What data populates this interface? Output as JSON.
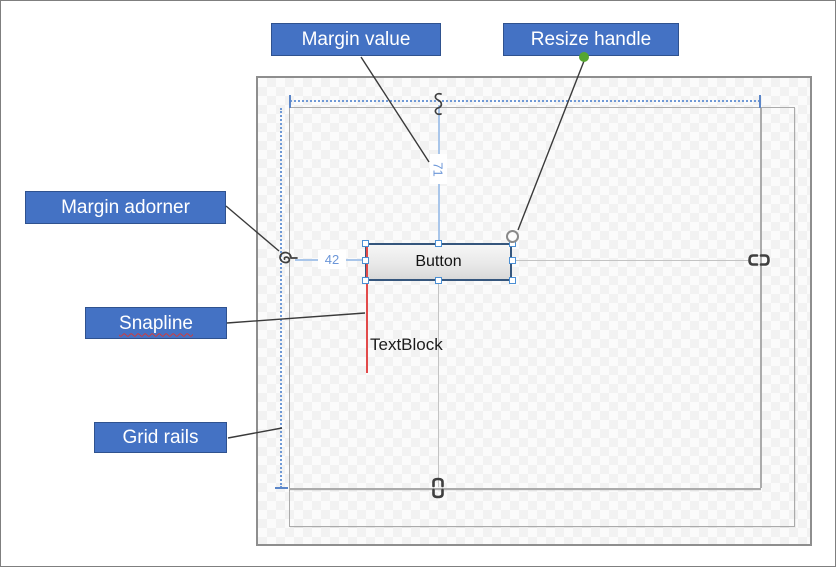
{
  "callouts": {
    "margin_value": "Margin value",
    "resize_handle": "Resize handle",
    "margin_adorner": "Margin adorner",
    "snapline": "Snapline",
    "grid_rails": "Grid rails"
  },
  "designer": {
    "button_text": "Button",
    "textblock_text": "TextBlock",
    "margin_top_value": "71",
    "margin_left_value": "42"
  },
  "icons": {
    "anchor_top": "margin-anchor-curl",
    "anchor_left": "margin-anchor-curl",
    "anchor_right": "broken-chain",
    "anchor_bottom": "broken-chain"
  },
  "colors": {
    "accent": "#4472C4",
    "accent-border": "#2F528F",
    "rail": "#6f99d6",
    "rail-solid": "#5b86c9",
    "margin-line": "#a9c6ea",
    "value-text": "#6b96d8",
    "snapline": "#e24a4a",
    "green-dot": "#55a630",
    "button-border": "#35567d",
    "callout-line": "#3a3a3a",
    "surface-border": "#8e8e8e",
    "inner-border": "#ababab",
    "gray-line": "#c4c4c4",
    "anchor": "#3f3f3f",
    "handle-border": "#4a8fd4"
  }
}
